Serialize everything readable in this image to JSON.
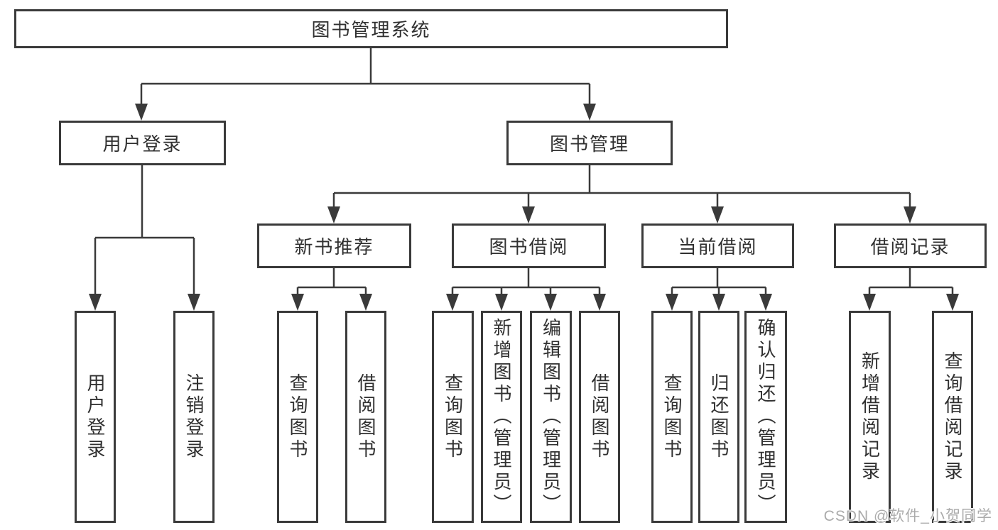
{
  "tree": {
    "root": {
      "label": "图书管理系统"
    },
    "branches": [
      {
        "label": "用户登录",
        "children": [
          {
            "label": "用户登录"
          },
          {
            "label": "注销登录"
          }
        ]
      },
      {
        "label": "图书管理",
        "children": [
          {
            "label": "新书推荐",
            "children": [
              {
                "label": "查询图书"
              },
              {
                "label": "借阅图书"
              }
            ]
          },
          {
            "label": "图书借阅",
            "children": [
              {
                "label": "查询图书"
              },
              {
                "label": "新增图书（管理员）"
              },
              {
                "label": "编辑图书（管理员）"
              },
              {
                "label": "借阅图书"
              }
            ]
          },
          {
            "label": "当前借阅",
            "children": [
              {
                "label": "查询图书"
              },
              {
                "label": "归还图书"
              },
              {
                "label": "确认归还（管理员）"
              }
            ]
          },
          {
            "label": "借阅记录",
            "children": [
              {
                "label": "新增借阅记录"
              },
              {
                "label": "查询借阅记录"
              }
            ]
          }
        ]
      }
    ]
  },
  "watermark": "CSDN @软件_小贺同学",
  "colors": {
    "line": "#3a3a3a",
    "text": "#303030",
    "background": "#ffffff",
    "watermark": "#ababab"
  }
}
